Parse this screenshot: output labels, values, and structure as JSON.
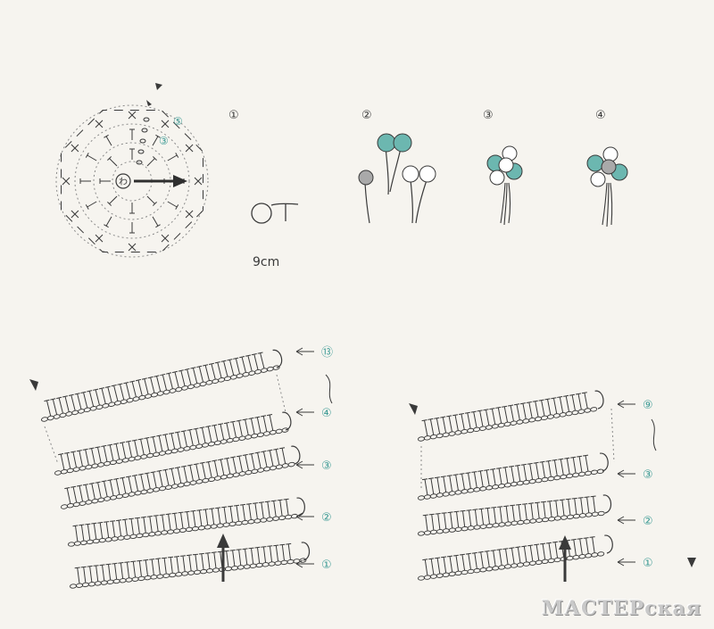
{
  "colors": {
    "ink": "#3a3a3a",
    "faint": "#8a8a8a",
    "teal": "#6cb7b0",
    "teal_text": "#3f9c96",
    "gray_bead": "#a9a9a9",
    "paper": "#f6f4ef"
  },
  "motif": {
    "center_mark": "わ",
    "round_labels": [
      "⑤",
      "③"
    ]
  },
  "steps": {
    "s1": {
      "label": "①",
      "measure": "9cm"
    },
    "s2": {
      "label": "②"
    },
    "s3": {
      "label": "③"
    },
    "s4": {
      "label": "④"
    }
  },
  "panel_left": {
    "row_labels": [
      "⑬",
      "④",
      "③",
      "②",
      "①"
    ]
  },
  "panel_right": {
    "row_labels": [
      "⑨",
      "③",
      "②",
      "①"
    ]
  },
  "watermark": "МАСТЕРская"
}
